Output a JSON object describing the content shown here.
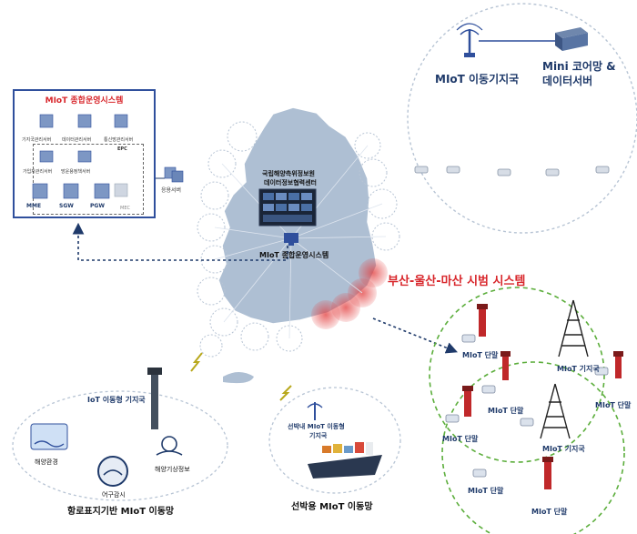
{
  "ops_system": {
    "title": "MIoT 종합운영시스템",
    "servers_row1": [
      "기지국관리서버",
      "데이터관리서버",
      "통신망관리서버"
    ],
    "servers_row2": [
      "가입자관리서버",
      "망운용정책서버"
    ],
    "epc_label": "EPC",
    "core_nodes": [
      "MME",
      "SGW",
      "PGW"
    ],
    "mec_label": "MEC",
    "app_server_label": "응용서버"
  },
  "base_station": {
    "mobile_bs_label": "MIoT 이동기지국",
    "core_label_line1": "Mini 코어망 &",
    "core_label_line2": "데이터서버"
  },
  "map": {
    "center_line1": "국립해양측위정보원",
    "center_line2": "데이터정보협력센터",
    "ops_label": "MIoT 종합운영시스템",
    "pilot_label": "부산-울산-마산 시범 시스템"
  },
  "pilot_area": {
    "terminal_label": "MIoT 단말",
    "bs_label": "MIoT 기지국"
  },
  "beacon_net": {
    "bs_label": "IoT 이동형 기지국",
    "marine_env": "해양환경",
    "fishing": "어구감시",
    "weather": "해양기상정보",
    "caption": "항로표지기반 MIoT 이동망"
  },
  "ship_net": {
    "bs_line1": "선박내 MIoT 이동형",
    "bs_line2": "기지국",
    "caption": "선박용 MIoT 이동망"
  },
  "colors": {
    "accent_red": "#d8262b",
    "navy": "#1f3a6a",
    "border_blue": "#2f4f9c",
    "green_dash": "#5cae3c",
    "map_fill": "#aebfd3"
  }
}
